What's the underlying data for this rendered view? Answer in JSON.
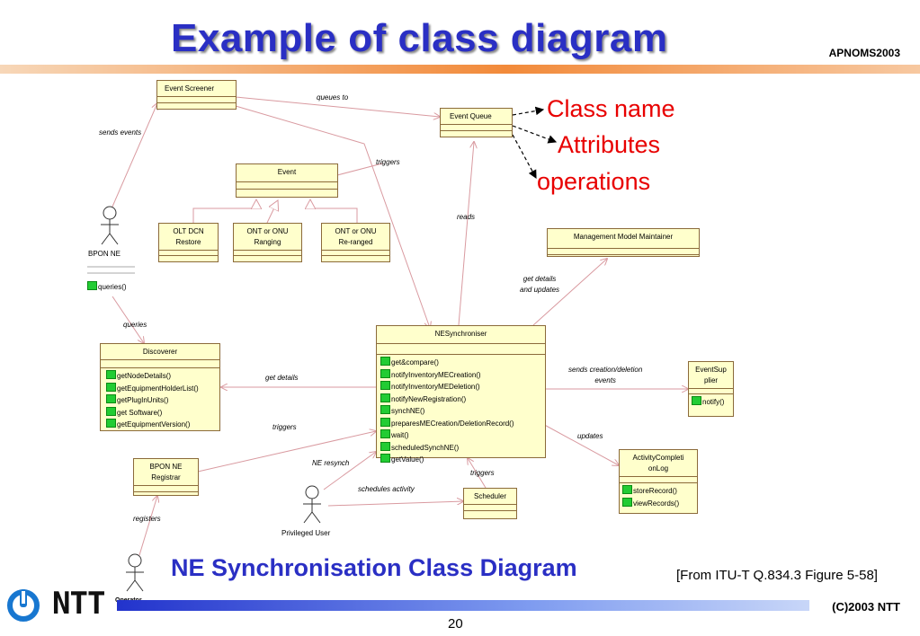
{
  "header": {
    "title": "Example of class diagram",
    "conference": "APNOMS2003"
  },
  "callouts": {
    "class_name": "Class name",
    "attributes": "Attributes",
    "operations": "operations"
  },
  "classes": {
    "event_screener": "Event Screener",
    "event_queue": "Event Queue",
    "event": "Event",
    "olt_dcn_restore": "OLT DCN\nRestore",
    "ont_onu_ranging": "ONT or ONU\nRanging",
    "ont_onu_reranged": "ONT or ONU\nRe-ranged",
    "mgmt_model_maintainer": "Management Model Maintainer",
    "ne_synchroniser": "NESynchroniser",
    "discoverer": "Discoverer",
    "event_supplier": "EventSup\nplier",
    "activity_completion_log": "ActivityCompleti\nonLog",
    "bpon_ne_registrar": "BPON NE\nRegistrar",
    "scheduler": "Scheduler"
  },
  "operations": {
    "bpon_ne": [
      "queries()"
    ],
    "discoverer": [
      "getNodeDetails()",
      "getEquipmentHolderList()",
      "getPlugInUnits()",
      "get Software()",
      "getEquipmentVersion()"
    ],
    "ne_synchroniser": [
      "get&compare()",
      "notifyInventoryMECreation()",
      "notifyInventoryMEDeletion()",
      "notifyNewRegistration()",
      "synchNE()",
      "preparesMECreation/DeletionRecord()",
      "wait()",
      "scheduledSynchNE()",
      "getValue()"
    ],
    "event_supplier": [
      "notify()"
    ],
    "activity_completion_log": [
      "storeRecord()",
      "viewRecords()"
    ]
  },
  "actors": {
    "bpon_ne": "BPON NE",
    "privileged_user": "Privileged User",
    "operator": "Operator"
  },
  "associations": {
    "queues_to": "queues to",
    "sends_events": "sends events",
    "triggers_1": "triggers",
    "reads": "reads",
    "get_details_updates": "get details\nand updates",
    "queries": "queries",
    "get_details": "get details",
    "sends_creation_deletion": "sends creation/deletion\nevents",
    "triggers_2": "triggers",
    "updates": "updates",
    "ne_resynch": "NE resynch",
    "triggers_3": "triggers",
    "schedules_activity": "schedules activity",
    "registers": "registers"
  },
  "footer": {
    "subtitle": "NE Synchronisation Class Diagram",
    "reference": "[From ITU-T Q.834.3 Figure 5-58]",
    "copyright": "(C)2003 NTT",
    "page": "20",
    "logo": "NTT"
  },
  "colors": {
    "title_blue": "#2a2fc4",
    "callout_red": "#e80000",
    "class_fill": "#ffffcc",
    "connector": "#d99aa0",
    "op_icon": "#22cc33"
  }
}
